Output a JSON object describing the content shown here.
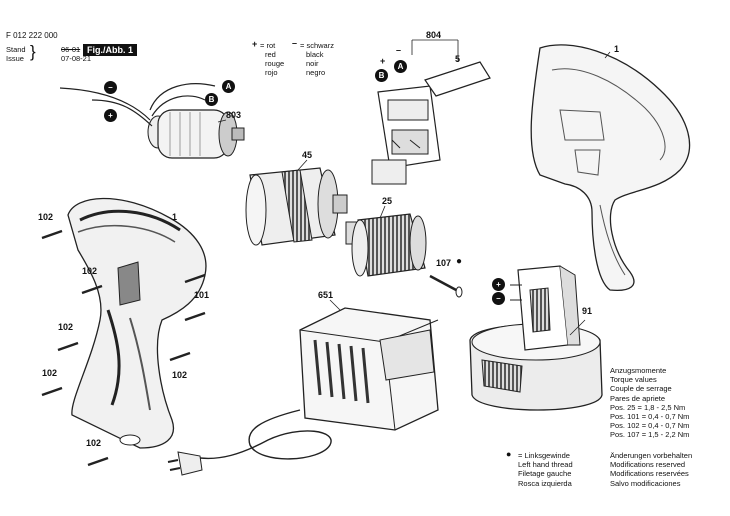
{
  "header": {
    "doc_number": "F 012 222 000",
    "stand_label": "Stand",
    "issue_label": "Issue",
    "stand_date": "06-01",
    "issue_date": "07-08-21",
    "fig_label": "Fig./Abb. 1"
  },
  "legend_colors": {
    "plus_symbol": "+",
    "plus_eq": "= rot",
    "plus_lines": [
      "red",
      "rouge",
      "rojo"
    ],
    "minus_symbol": "–",
    "minus_eq": "= schwarz",
    "minus_lines": [
      "black",
      "noir",
      "negro"
    ]
  },
  "part_numbers": {
    "p804": "804",
    "p5": "5",
    "p1_top": "1",
    "p803": "803",
    "p45": "45",
    "p25": "25",
    "p107": "107",
    "p1_left": "1",
    "p102_a": "102",
    "p102_b": "102",
    "p102_c": "102",
    "p102_d": "102",
    "p102_e": "102",
    "p102_f": "102",
    "p101": "101",
    "p651": "651",
    "p91": "91"
  },
  "wire_labels": {
    "A1": "A",
    "B1": "B",
    "A2": "A",
    "B2": "B",
    "plus": "+",
    "minus": "–"
  },
  "torque": {
    "lines": [
      "Anzugsmomente",
      "Torque values",
      "Couple de serrage",
      "Pares de apriete",
      "Pos.   25 = 1,8 - 2,5 Nm",
      "Pos. 101 = 0,4 - 0,7 Nm",
      "Pos. 102 = 0,4 - 0,7 Nm",
      "Pos. 107 = 1,5 - 2,2 Nm"
    ]
  },
  "thread_note": {
    "bullet": "●",
    "lines": [
      "= Linksgewinde",
      "Left hand thread",
      "Filetage gauche",
      "Rosca izquierda"
    ]
  },
  "modifications": {
    "lines": [
      "Änderungen vorbehalten",
      "Modifications reserved",
      "Modifications reservées",
      "Salvo modificaciones"
    ]
  }
}
